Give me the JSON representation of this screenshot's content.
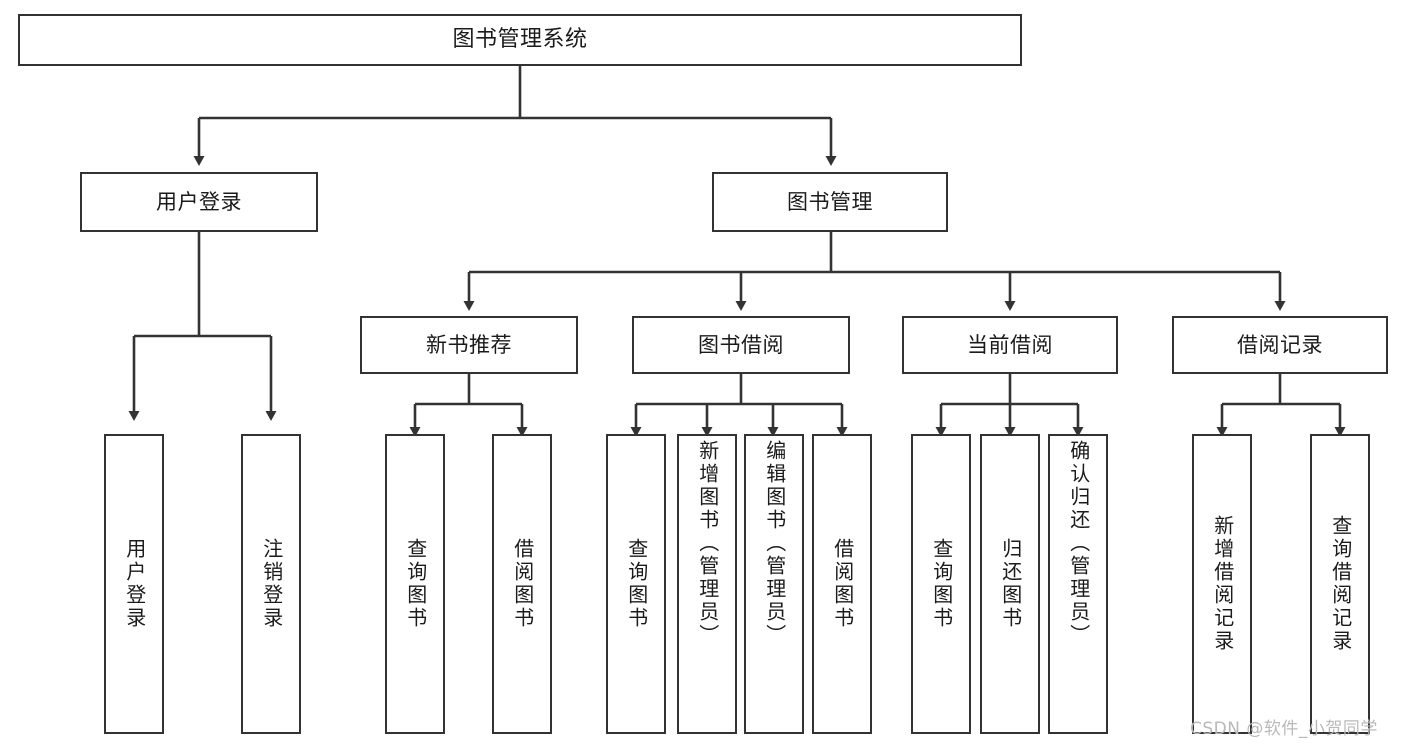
{
  "diagram": {
    "type": "tree",
    "title": "图书管理系统",
    "orientation": "top-down",
    "colors": {
      "node_border": "#333333",
      "node_fill": "#ffffff",
      "edge": "#333333",
      "text": "#1b1b1b",
      "background": "#ffffff",
      "watermark": "#b9b9b9"
    },
    "root": {
      "label": "图书管理系统"
    },
    "level2": [
      {
        "label": "用户登录"
      },
      {
        "label": "图书管理"
      }
    ],
    "level3": [
      {
        "label": "新书推荐"
      },
      {
        "label": "图书借阅"
      },
      {
        "label": "当前借阅"
      },
      {
        "label": "借阅记录"
      }
    ],
    "leaves": {
      "user_login": [
        {
          "label": "用户登录"
        },
        {
          "label": "注销登录"
        }
      ],
      "new_book_recommend": [
        {
          "label": "查询图书"
        },
        {
          "label": "借阅图书"
        }
      ],
      "book_borrow": [
        {
          "label": "查询图书"
        },
        {
          "label": "新增图书（管理员）"
        },
        {
          "label": "编辑图书（管理员）"
        },
        {
          "label": "借阅图书"
        }
      ],
      "current_borrow": [
        {
          "label": "查询图书"
        },
        {
          "label": "归还图书"
        },
        {
          "label": "确认归还（管理员）"
        }
      ],
      "borrow_record": [
        {
          "label": "新增借阅记录"
        },
        {
          "label": "查询借阅记录"
        }
      ]
    }
  },
  "watermark": {
    "text": "CSDN @软件_小贺同学"
  }
}
